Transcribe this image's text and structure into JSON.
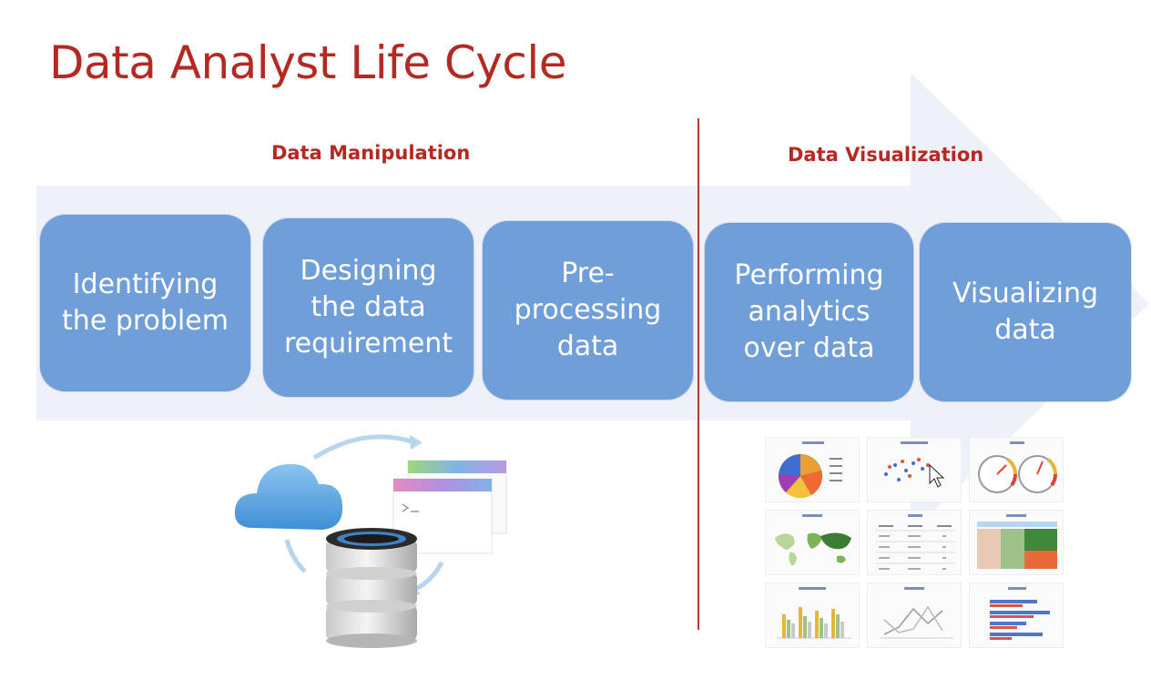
{
  "slide": {
    "title": "Data Analyst Life Cycle",
    "phases": {
      "manipulation": "Data Manipulation",
      "visualization": "Data Visualization"
    },
    "steps": [
      {
        "label": "Identifying\nthe problem"
      },
      {
        "label": "Designing\nthe data\nrequirement"
      },
      {
        "label": "Pre-\nprocessing\ndata"
      },
      {
        "label": "Performing\nanalytics\nover data"
      },
      {
        "label": "Visualizing\ndata"
      }
    ]
  },
  "illustrations": {
    "left": [
      "cloud-icon",
      "database-icon",
      "browser-window-icon",
      "cycle-arrows-icon"
    ],
    "right": [
      "pie-chart-thumbnail",
      "scatter-chart-thumbnail",
      "gauge-thumbnail",
      "geo-map-thumbnail",
      "table-thumbnail",
      "treemap-thumbnail",
      "column-chart-thumbnail",
      "line-chart-thumbnail",
      "bar-chart-thumbnail"
    ]
  },
  "colors": {
    "title": "#b42a22",
    "step_fill": "#6f9ed8",
    "arrow_band": "#eef1f8",
    "divider": "#b43a33"
  }
}
